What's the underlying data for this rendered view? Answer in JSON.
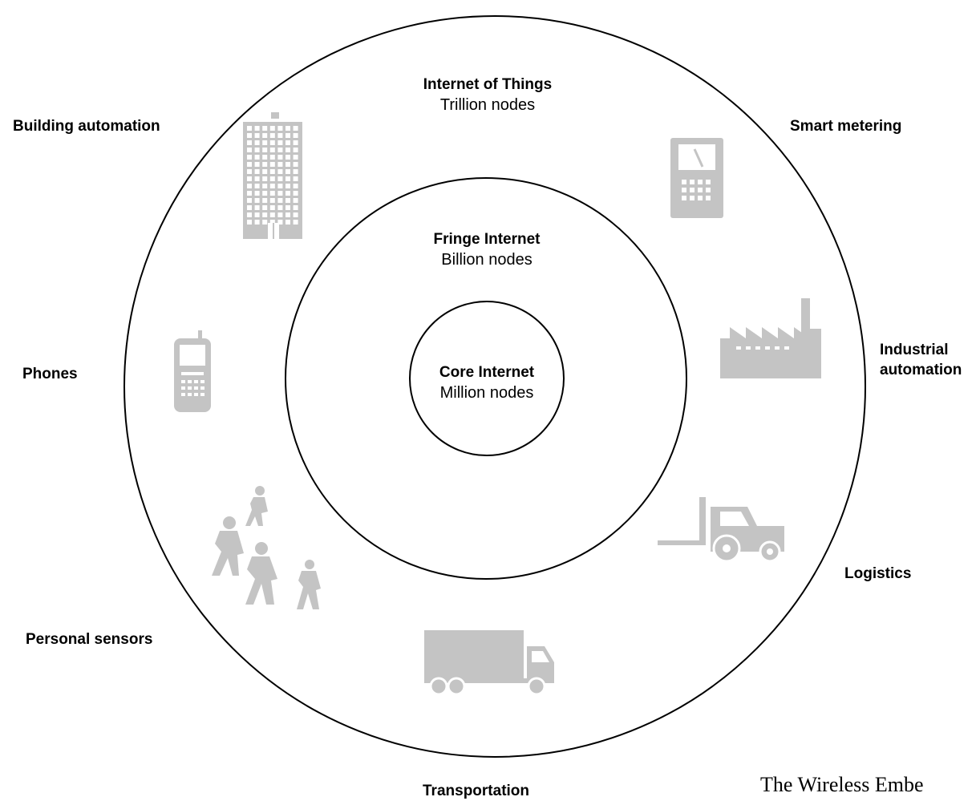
{
  "rings": {
    "outer": {
      "title": "Internet of Things",
      "subtitle": "Trillion nodes"
    },
    "middle": {
      "title": "Fringe Internet",
      "subtitle": "Billion nodes"
    },
    "inner": {
      "title": "Core Internet",
      "subtitle": "Million nodes"
    }
  },
  "categories": {
    "building": "Building automation",
    "smart_metering": "Smart metering",
    "phones": "Phones",
    "industrial_line1": "Industrial",
    "industrial_line2": "automation",
    "logistics": "Logistics",
    "personal": "Personal sensors",
    "transportation": "Transportation"
  },
  "icons": [
    "building-icon",
    "smart-meter-icon",
    "phone-icon",
    "factory-icon",
    "forklift-icon",
    "pedestrians-icon",
    "truck-icon"
  ],
  "colors": {
    "icon": "#c4c4c4",
    "ring": "#000000"
  },
  "caption": "The Wireless Embe"
}
